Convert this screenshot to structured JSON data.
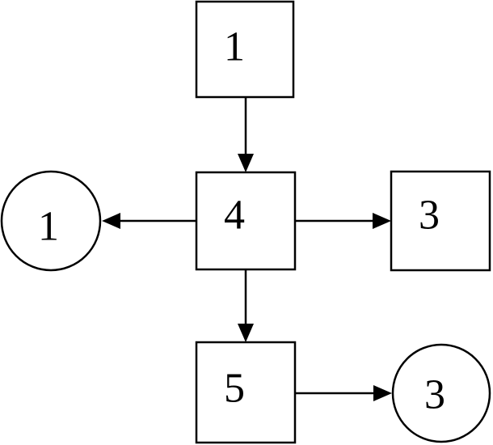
{
  "diagram": {
    "nodes": [
      {
        "id": "box-top",
        "shape": "square",
        "label": "1"
      },
      {
        "id": "box-center",
        "shape": "square",
        "label": "4"
      },
      {
        "id": "box-right",
        "shape": "square",
        "label": "3"
      },
      {
        "id": "box-bottom",
        "shape": "square",
        "label": "5"
      },
      {
        "id": "circle-left",
        "shape": "circle",
        "label": "1"
      },
      {
        "id": "circle-bottom-right",
        "shape": "circle",
        "label": "3"
      }
    ],
    "edges": [
      {
        "from": "box-top",
        "to": "box-center"
      },
      {
        "from": "box-center",
        "to": "circle-left"
      },
      {
        "from": "box-center",
        "to": "box-right"
      },
      {
        "from": "box-center",
        "to": "box-bottom"
      },
      {
        "from": "box-bottom",
        "to": "circle-bottom-right"
      }
    ],
    "colors": {
      "stroke": "#000000",
      "background": "#ffffff"
    }
  }
}
